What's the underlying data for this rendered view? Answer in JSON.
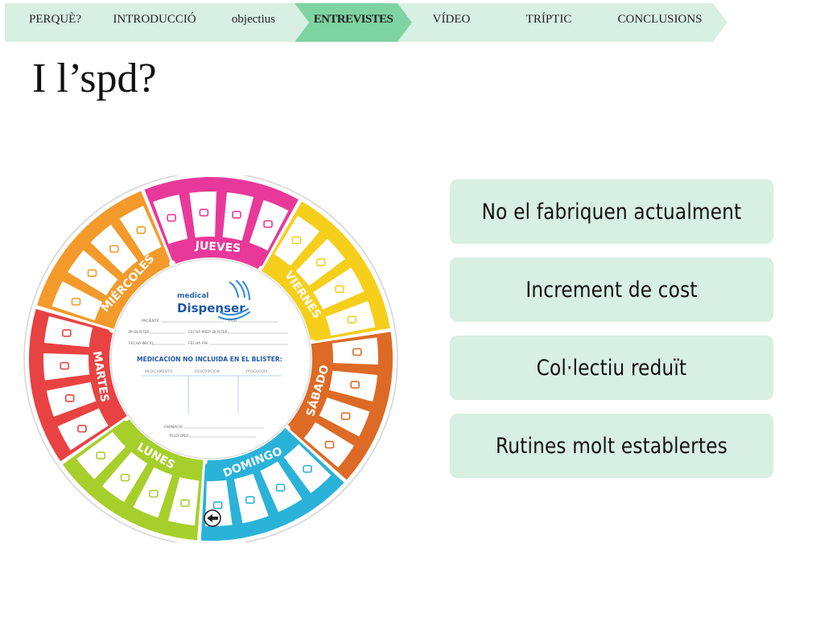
{
  "nav": {
    "tabs": [
      {
        "label": "PERQUÈ?"
      },
      {
        "label": "INTRODUCCIÓ"
      },
      {
        "label": "objectius"
      },
      {
        "label": "ENTREVISTES"
      },
      {
        "label": "VÍDEO"
      },
      {
        "label": "TRÍPTIC"
      },
      {
        "label": "CONCLUSIONS"
      }
    ],
    "active_index": 3
  },
  "title": "I l’spd?",
  "wheel": {
    "brand_top": "medical",
    "brand_main": "Dispenser",
    "days": [
      "JUEVES",
      "VIERNES",
      "SÁBADO",
      "DOMINGO",
      "LUNES",
      "MARTES",
      "MIÉRCOLES"
    ],
    "day_colors": [
      "#e8399a",
      "#f5cf1b",
      "#dd6a25",
      "#2ab2d9",
      "#a6cf2b",
      "#e84342",
      "#f39a2b"
    ],
    "form_fields": [
      "PACIENTE",
      "COD.",
      "Nº BLÍSTER",
      "FECHA PREP. BLÍSTER",
      "FECHA INICIO",
      "FECHA FIN"
    ],
    "form_heading": "MEDICACIÓN NO INCLUIDA EN EL BLÍSTER:",
    "form_columns": [
      "MEDICAMENTO",
      "DESCRIPCIÓN",
      "POSOLOGÍA"
    ],
    "form_footer": [
      "FARMACIA",
      "TELÉFONO"
    ]
  },
  "options": [
    "No el fabriquen actualment",
    "Increment de cost",
    "Col·lectiu reduït",
    "Rutines molt establertes"
  ],
  "colors": {
    "tab_bg": "#d8efe3",
    "tab_active": "#7ed3a2",
    "option_bg": "#d8efe3"
  }
}
